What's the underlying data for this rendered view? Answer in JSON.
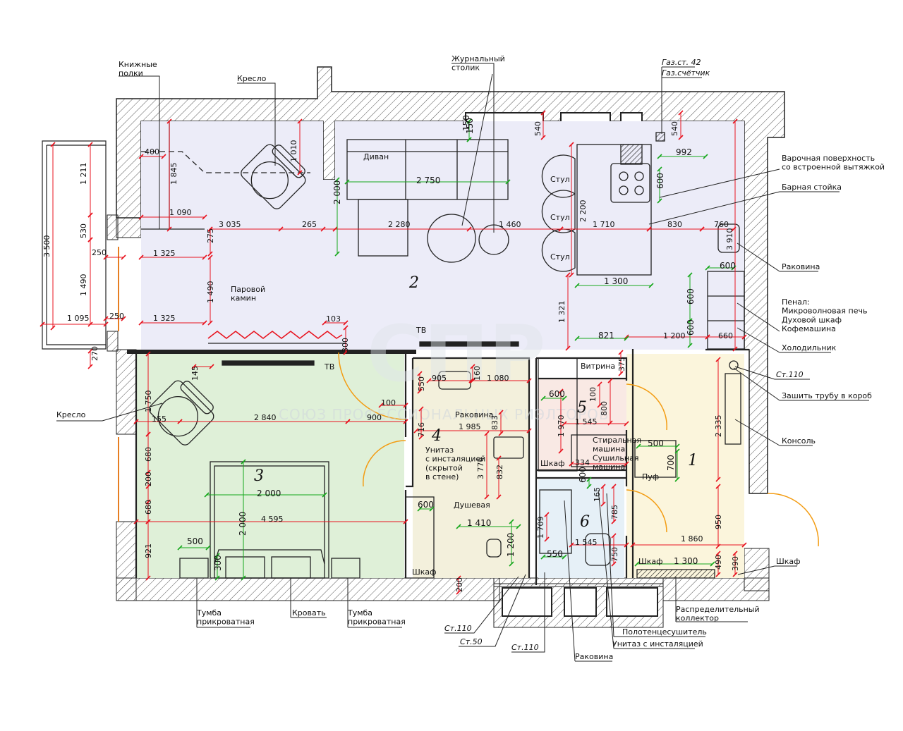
{
  "watermark": {
    "logo": "СПР",
    "text": "СОЮЗ ПРОФЕССИОНАЛЬНЫХ РИЭЛТОРОВ"
  },
  "rooms": {
    "r1": "1",
    "r2": "2",
    "r3": "3",
    "r4": "4",
    "r5": "5",
    "r6": "6"
  },
  "colors": {
    "living": "#ececf8",
    "bedroom": "#dff0d8",
    "bath": "#f3f0dc",
    "laundry": "#f9e9e4",
    "shower": "#e6f0f7",
    "hall": "#fbf5dc",
    "wall": "#ffffff",
    "dim_red": "#e8131f",
    "dim_green": "#16a81c",
    "door": "#f39c12"
  },
  "labels": {
    "bookshelves": "Книжные\nполки",
    "armchair_top": "Кресло",
    "coffee_table": "Журнальный\nстолик",
    "gas_riser": "Газ.ст. 42",
    "gas_meter": "Газ.счётчик",
    "hob": "Варочная поверхность\nсо встроенной вытяжкой",
    "bar": "Барная стойка",
    "sink_kitchen": "Раковина",
    "pencil_case": "Пенал:\nМикроволновая печь\nДуховой шкаф\nКофемашина",
    "fridge": "Холодильник",
    "riser_110_right": "Ст.110",
    "box_pipe": "Зашить трубу в короб",
    "console": "Консоль",
    "wardrobe_right": "Шкаф",
    "distributor": "Распределительный\nколлектор",
    "towel_dryer": "Полотенцесушитель",
    "wc_install_bottom": "Унитаз с инсталяцией",
    "sink_bottom": "Раковина",
    "riser_110_b1": "Ст.110",
    "riser_50": "Ст.50",
    "riser_110_b2": "Ст.110",
    "nightstand_left": "Тумба\nприкроватная",
    "bed": "Кровать",
    "nightstand_right": "Тумба\nприкроватная",
    "armchair_left": "Кресло",
    "sofa": "Диван",
    "chair1": "Стул",
    "chair2": "Стул",
    "chair3": "Стул",
    "fireplace": "Паровой\nкамин",
    "tv_living": "ТВ",
    "tv_bedroom": "ТВ",
    "vitrine": "Витрина",
    "sink_bath": "Раковина",
    "wc_hidden": "Унитаз\nс инсталяцией\n(скрытой\nв стене)",
    "shower": "Душевая",
    "wardrobe_bedroom": "Шкаф",
    "wardrobe_laundry": "Шкаф",
    "washer": "Стиральная\nмашина\nСушильная\nмашина",
    "pouf": "Пуф",
    "wardrobe_hall": "Шкаф"
  },
  "dims_red": [
    "3 500",
    "1 211",
    "530",
    "1 490",
    "1 095",
    "250",
    "250",
    "270",
    "400",
    "1 845",
    "1 090",
    "1 325",
    "1 325",
    "275",
    "1 490",
    "3 035",
    "265",
    "2 280",
    "1 460",
    "1 710",
    "830",
    "760",
    "3 910",
    "1 010",
    "540",
    "540",
    "2 200",
    "1 321",
    "1 200",
    "660",
    "1 750",
    "155",
    "2 840",
    "900",
    "680",
    "200",
    "680",
    "921",
    "4 595",
    "145",
    "100",
    "300",
    "103",
    "160",
    "550",
    "905",
    "1 080",
    "716",
    "1 985",
    "833",
    "3 776",
    "832",
    "1 970",
    "1 545",
    "800",
    "100",
    "334",
    "1 709",
    "785",
    "165",
    "1 545",
    "750",
    "2 335",
    "950",
    "1 860",
    "490",
    "390",
    "200",
    "375"
  ],
  "dims_green": [
    "2 750",
    "2 000",
    "150",
    "992",
    "600",
    "1 300",
    "821",
    "600",
    "600",
    "600",
    "2 000",
    "2 000",
    "500",
    "300",
    "1 410",
    "1 200",
    "600",
    "600",
    "600",
    "500",
    "700",
    "550",
    "1 300",
    "150"
  ]
}
